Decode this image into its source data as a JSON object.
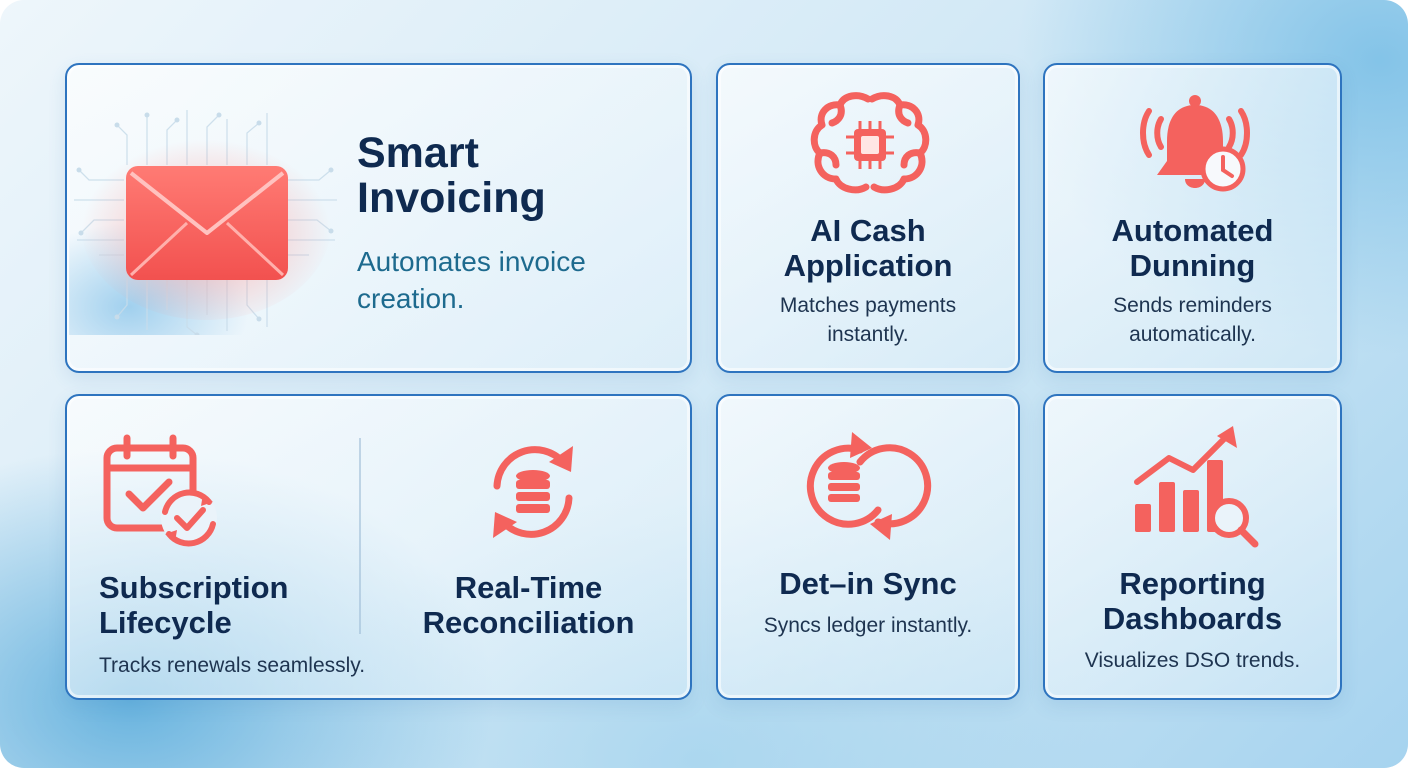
{
  "cards": {
    "smart_invoicing": {
      "title": "Smart\nInvoicing",
      "desc": "Automates invoice\ncreation.",
      "icon": "envelope-icon"
    },
    "ai_cash": {
      "title": "AI Cash\nApplication",
      "desc": "Matches payments\ninstantly.",
      "icon": "brain-chip-icon"
    },
    "dunning": {
      "title": "Automated\nDunning",
      "desc": "Sends reminders\nautomatically.",
      "icon": "bell-clock-icon"
    },
    "subscription": {
      "left_title": "Subscription\nLifecycle",
      "right_title": "Real-Time\nReconciliation",
      "desc": "Tracks renewals seamlessly.",
      "left_icon": "calendar-check-icon",
      "right_icon": "database-sync-icon"
    },
    "sync": {
      "title": "Det–in Sync",
      "desc": "Syncs ledger instantly.",
      "icon": "database-loop-icon"
    },
    "reporting": {
      "title": "Reporting\nDashboards",
      "desc": "Visualizes DSO trends.",
      "icon": "chart-magnifier-icon"
    }
  },
  "colors": {
    "accent": "#f4625e",
    "border": "#2e74bf",
    "title": "#0f2a50",
    "desc": "#1e3450",
    "desc_highlight": "#1d6a8e"
  }
}
